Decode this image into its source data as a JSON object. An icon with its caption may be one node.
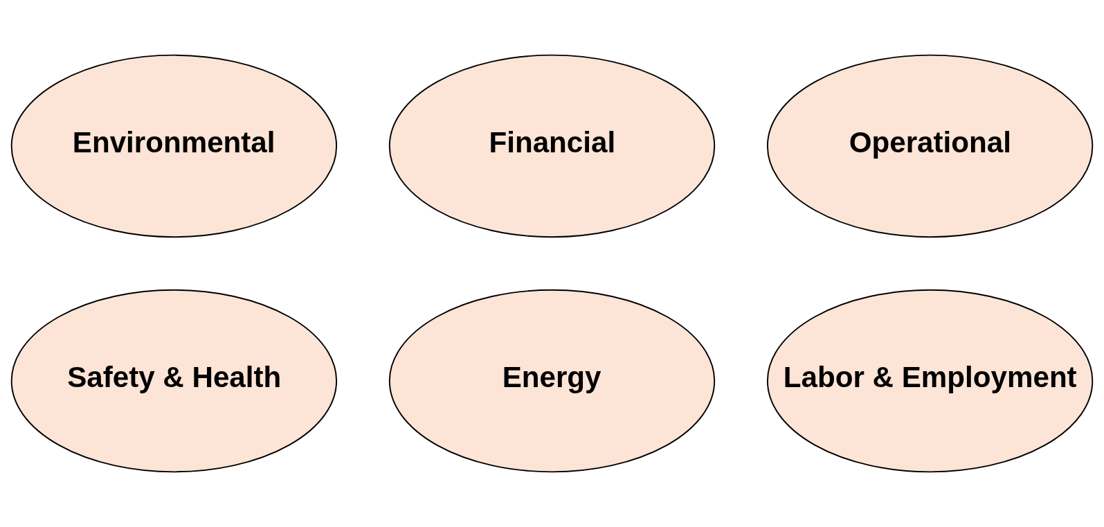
{
  "diagram": {
    "nodes": [
      {
        "text": [
          "Environmental"
        ]
      },
      {
        "text": [
          "Financial"
        ]
      },
      {
        "text": [
          "Operational"
        ]
      },
      {
        "text": [
          "Safety & Health"
        ]
      },
      {
        "text": [
          "Energy"
        ]
      },
      {
        "text": [
          "Labor & Employment"
        ]
      }
    ]
  }
}
